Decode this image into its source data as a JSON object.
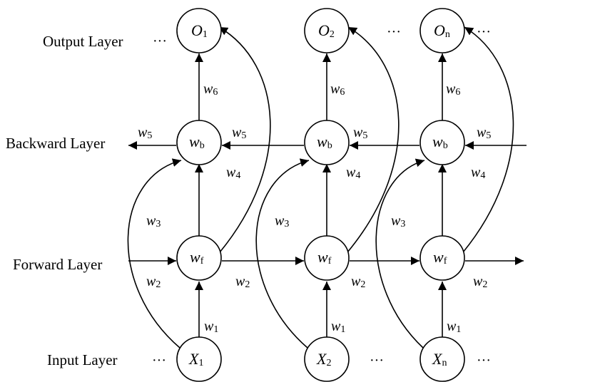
{
  "layers": {
    "output": "Output Layer",
    "backward": "Backward Layer",
    "forward": "Forward Layer",
    "input": "Input Layer"
  },
  "ellipsis": "···",
  "columns": [
    {
      "output": {
        "main": "O",
        "sub": "1"
      },
      "backward": {
        "main": "w",
        "sub": "b"
      },
      "forward": {
        "main": "w",
        "sub": "f"
      },
      "input": {
        "main": "X",
        "sub": "1"
      }
    },
    {
      "output": {
        "main": "O",
        "sub": "2"
      },
      "backward": {
        "main": "w",
        "sub": "b"
      },
      "forward": {
        "main": "w",
        "sub": "f"
      },
      "input": {
        "main": "X",
        "sub": "2"
      }
    },
    {
      "output": {
        "main": "O",
        "sub": "n"
      },
      "backward": {
        "main": "w",
        "sub": "b"
      },
      "forward": {
        "main": "w",
        "sub": "f"
      },
      "input": {
        "main": "X",
        "sub": "n"
      }
    }
  ],
  "weights": {
    "w1": {
      "main": "w",
      "sub": "1"
    },
    "w2": {
      "main": "w",
      "sub": "2"
    },
    "w3": {
      "main": "w",
      "sub": "3"
    },
    "w4": {
      "main": "w",
      "sub": "4"
    },
    "w5": {
      "main": "w",
      "sub": "5"
    },
    "w6": {
      "main": "w",
      "sub": "6"
    }
  }
}
